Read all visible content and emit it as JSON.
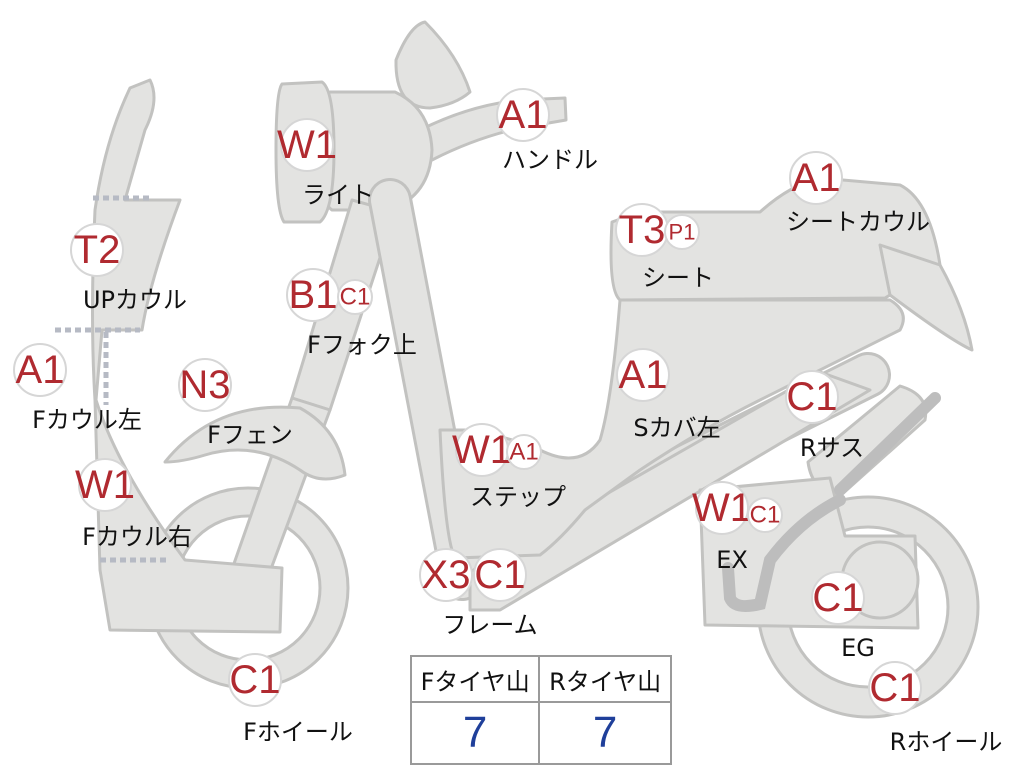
{
  "colors": {
    "part_fill": "#e3e3e1",
    "part_stroke": "#c2c2c0",
    "grade_text": "#b02a30",
    "tread_value": "#1f3f9a"
  },
  "parts": {
    "handle": {
      "label": "ハンドル",
      "grades": [
        "A1"
      ]
    },
    "light": {
      "label": "ライト",
      "grades": [
        "W1"
      ]
    },
    "up_cowl": {
      "label": "UPカウル",
      "grades": [
        "T2"
      ]
    },
    "f_fork_top": {
      "label": "Fフォク上",
      "grades": [
        "B1",
        "C1"
      ]
    },
    "seat_cowl": {
      "label": "シートカウル",
      "grades": [
        "A1"
      ]
    },
    "seat": {
      "label": "シート",
      "grades": [
        "T3",
        "P1"
      ]
    },
    "f_cowl_left": {
      "label": "Fカウル左",
      "grades": [
        "A1"
      ]
    },
    "f_fender": {
      "label": "Fフェン",
      "grades": [
        "N3"
      ]
    },
    "s_cover_left": {
      "label": "Sカバ左",
      "grades": [
        "A1"
      ]
    },
    "r_sus": {
      "label": "Rサス",
      "grades": [
        "C1"
      ]
    },
    "step": {
      "label": "ステップ",
      "grades": [
        "W1",
        "A1"
      ]
    },
    "f_cowl_right": {
      "label": "Fカウル右",
      "grades": [
        "W1"
      ]
    },
    "ex": {
      "label": "EX",
      "grades": [
        "W1",
        "C1"
      ]
    },
    "frame": {
      "label": "フレーム",
      "grades": [
        "X3",
        "C1"
      ]
    },
    "eg": {
      "label": "EG",
      "grades": [
        "C1"
      ]
    },
    "f_wheel": {
      "label": "Fホイール",
      "grades": [
        "C1"
      ]
    },
    "r_wheel": {
      "label": "Rホイール",
      "grades": [
        "C1"
      ]
    }
  },
  "tread_table": {
    "headers": [
      "Fタイヤ山",
      "Rタイヤ山"
    ],
    "values": [
      "7",
      "7"
    ]
  }
}
